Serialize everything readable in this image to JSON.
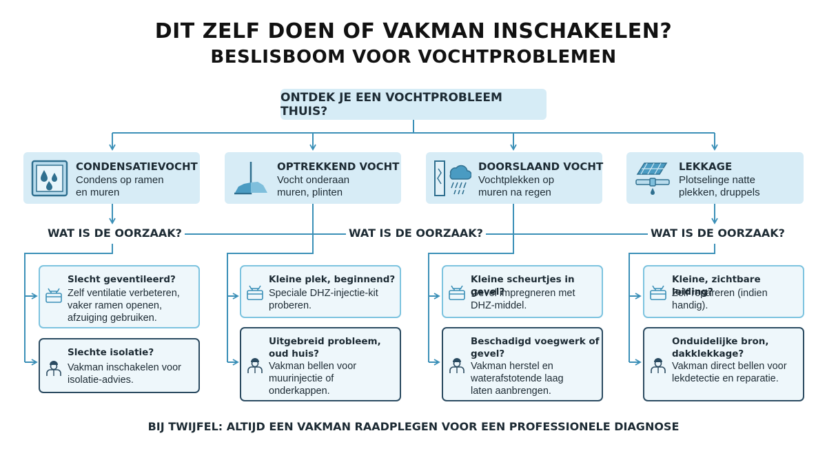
{
  "title_line1": "DIT ZELF DOEN OF VAKMAN INSCHAKELEN?",
  "title_line2": "BESLISBOOM VOOR VOCHTPROBLEMEN",
  "root_question": "ONTDEK JE EEN VOCHTPROBLEEM THUIS?",
  "cause_question": "WAT IS DE OORZAAK?",
  "categories": [
    {
      "title": "CONDENSATIEVOCHT",
      "desc": "Condens op ramen\nen muren",
      "icon": "window-droplets-icon"
    },
    {
      "title": "OPTREKKEND VOCHT",
      "desc": "Vocht onderaan\nmuren, plinten",
      "icon": "rising-damp-wall-icon"
    },
    {
      "title": "DOORSLAAND VOCHT",
      "desc": "Vochtplekken op\nmuren na regen",
      "icon": "rain-wall-icon"
    },
    {
      "title": "LEKKAGE",
      "desc": "Plotselinge natte\nplekken, druppels",
      "icon": "leaking-pipe-icon"
    }
  ],
  "options": [
    [
      {
        "title": "Slecht geventileerd?",
        "desc": "Zelf ventilatie verbeteren,\nvaker ramen openen,\nafzuiging gebruiken.",
        "kind": "diy",
        "icon": "toolbox-icon"
      },
      {
        "title": "Slechte isolatie?",
        "desc": "Vakman inschakelen voor\nisolatie-advies.",
        "kind": "pro",
        "icon": "professional-icon"
      }
    ],
    [
      {
        "title": "Kleine plek, beginnend?",
        "desc": "Speciale DHZ-injectie-kit\nproberen.",
        "kind": "diy",
        "icon": "toolbox-icon"
      },
      {
        "title": "Uitgebreid probleem,\noud huis?",
        "desc": "Vakman bellen voor\nmuurinjectie of\nonderkappen.",
        "kind": "pro",
        "icon": "professional-icon"
      }
    ],
    [
      {
        "title": "Kleine scheurtjes in gevel?",
        "desc": "Gevel impregneren met\nDHZ-middel.",
        "kind": "diy",
        "icon": "toolbox-icon"
      },
      {
        "title": "Beschadigd voegwerk of\ngevel?",
        "desc": "Vakman herstel en\nwaterafstotende laag\nlaten aanbrengen.",
        "kind": "pro",
        "icon": "professional-icon"
      }
    ],
    [
      {
        "title": "Kleine, zichtbare leiding?",
        "desc": "Zelf repareren (indien\nhandig).",
        "kind": "diy",
        "icon": "toolbox-icon"
      },
      {
        "title": "Onduidelijke bron,\ndakklekkage?",
        "desc": "Vakman direct bellen voor\nlekdetectie en reparatie.",
        "kind": "pro",
        "icon": "professional-icon"
      }
    ]
  ],
  "footer": "BIJ TWIJFEL: ALTIJD EEN VAKMAN RAADPLEGEN VOOR EEN PROFESSIONELE DIAGNOSE",
  "colors": {
    "connector": "#3a8fb7",
    "category_bg": "#d7ecf6",
    "diy_border": "#7cc3df",
    "pro_border": "#2a4a60"
  }
}
